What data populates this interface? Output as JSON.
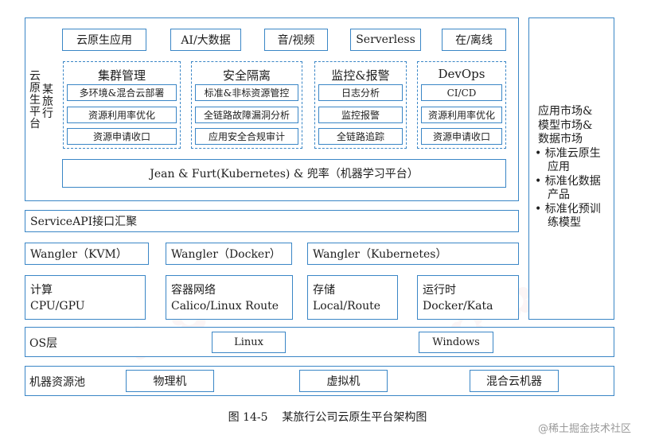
{
  "platform": {
    "vertical_title": [
      "云原生平台",
      "某旅行"
    ],
    "top_boxes": [
      "云原生应用",
      "AI/大数据",
      "音/视频",
      "Serverless",
      "在/离线"
    ],
    "groups": [
      {
        "title": "集群管理",
        "items": [
          "多环境&混合云部署",
          "资源利用率优化",
          "资源申请收口"
        ]
      },
      {
        "title": "安全隔离",
        "items": [
          "标准&非标资源管控",
          "全链路故障漏洞分析",
          "应用安全合规审计"
        ]
      },
      {
        "title": "监控&报警",
        "items": [
          "日志分析",
          "监控报警",
          "全链路追踪"
        ]
      },
      {
        "title": "DevOps",
        "items": [
          "CI/CD",
          "资源利用率优化",
          "资源申请收口"
        ]
      }
    ],
    "bottom_bar": "Jean & Furt(Kubernetes) & 兜率（机器学习平台）"
  },
  "right_panel": {
    "lines": [
      "应用市场&",
      "模型市场&",
      "数据市场",
      "• 标准云原生",
      "应用",
      "• 标准化数据",
      "产品",
      "• 标准化预训",
      "练模型"
    ]
  },
  "service_api": "ServiceAPI接口汇聚",
  "wangler": [
    "Wangler（KVM）",
    "Wangler（Docker）",
    "Wangler（Kubernetes）"
  ],
  "resources": [
    {
      "title": "计算",
      "detail": "CPU/GPU"
    },
    {
      "title": "容器网络",
      "detail": "Calico/Linux Route"
    },
    {
      "title": "存储",
      "detail": "Local/Route"
    },
    {
      "title": "运行时",
      "detail": "Docker/Kata"
    }
  ],
  "os_layer": {
    "label": "OS层",
    "items": [
      "Linux",
      "Windows"
    ]
  },
  "machine_pool": {
    "label": "机器资源池",
    "items": [
      "物理机",
      "虚拟机",
      "混合云机器"
    ]
  },
  "caption": "图 14-5    某旅行公司云原生平台架构图",
  "watermark": "@稀土掘金技术社区"
}
